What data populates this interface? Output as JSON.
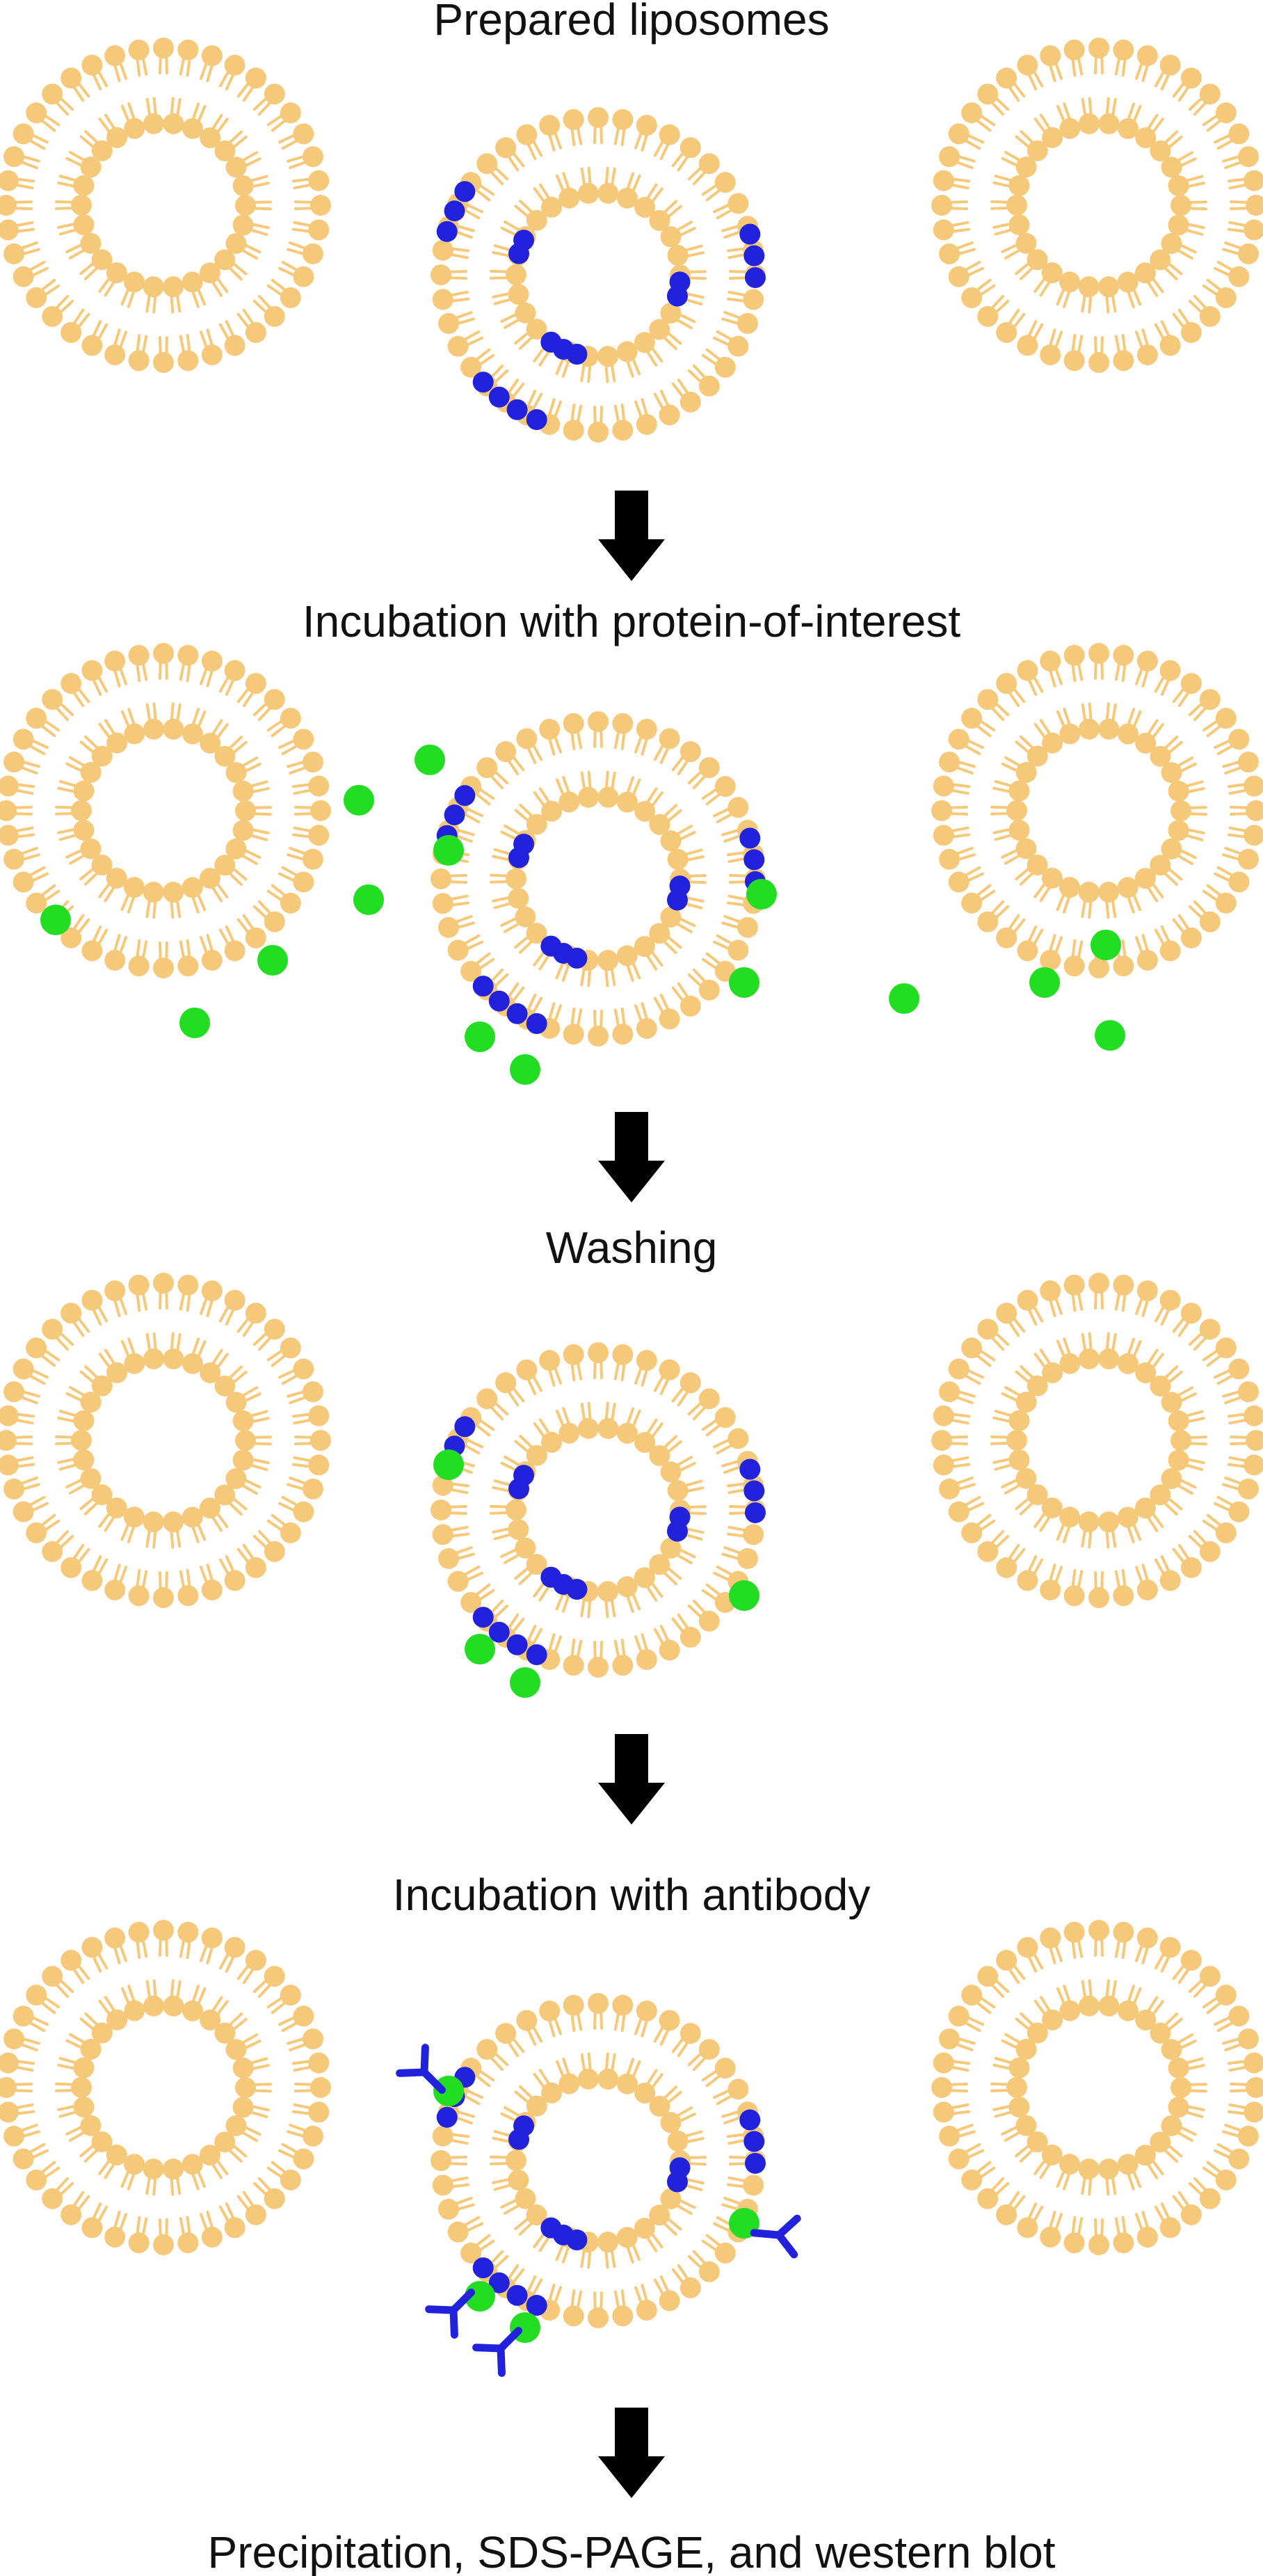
{
  "steps": [
    {
      "label": "Prepared liposomes"
    },
    {
      "label": "Incubation with protein-of-interest"
    },
    {
      "label": "Washing"
    },
    {
      "label": "Incubation with antibody"
    },
    {
      "label": "Precipitation, SDS-PAGE, and western blot"
    }
  ],
  "colors": {
    "lipid": "#F6C97A",
    "target_lipid": "#2222DD",
    "protein": "#22DD22",
    "antibody": "#2222DD",
    "arrow": "#000000",
    "text": "#111111"
  },
  "icons": [
    "liposome",
    "target-lipid",
    "protein-of-interest",
    "antibody",
    "down-arrow"
  ]
}
